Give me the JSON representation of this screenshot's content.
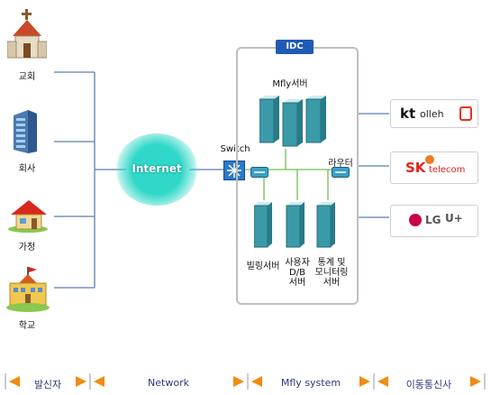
{
  "sources": [
    {
      "label": "교회",
      "icon": "church-icon"
    },
    {
      "label": "회사",
      "icon": "office-building-icon"
    },
    {
      "label": "가정",
      "icon": "house-icon"
    },
    {
      "label": "학교",
      "icon": "school-icon"
    }
  ],
  "network": {
    "cloud_label": "Internet"
  },
  "idc": {
    "title": "IDC",
    "server_label": "Mfly서버",
    "switch_label": "Switch",
    "router_label": "라우터",
    "lower_servers": [
      {
        "label": "빌링서버"
      },
      {
        "label": "사용자\nD/B\n서버"
      },
      {
        "label": "통계 및\n모니터링\n서버"
      }
    ]
  },
  "carriers": [
    {
      "brand": "kt",
      "name": "olleh",
      "icon": "kt-olleh-logo"
    },
    {
      "brand": "SK",
      "name": "telecom",
      "icon": "sk-telecom-logo"
    },
    {
      "brand": "LG",
      "name": "U+",
      "icon": "lg-uplus-logo"
    }
  ],
  "legend": [
    {
      "label": "발신자"
    },
    {
      "label": "Network"
    },
    {
      "label": "Mfly system"
    },
    {
      "label": "이동통신사"
    }
  ],
  "colors": {
    "connector": "#5a7fb0",
    "idc_border": "#bfbfbf",
    "idc_title_bg": "#1f5bb5",
    "cloud": "#2fd8c8",
    "server_green": "#6fbf4a",
    "kt_red": "#e8321e",
    "sk_red": "#e2231a",
    "sk_orange": "#f47a20",
    "lg_magenta": "#c8004a",
    "legend_arrow": "#f08c10"
  }
}
